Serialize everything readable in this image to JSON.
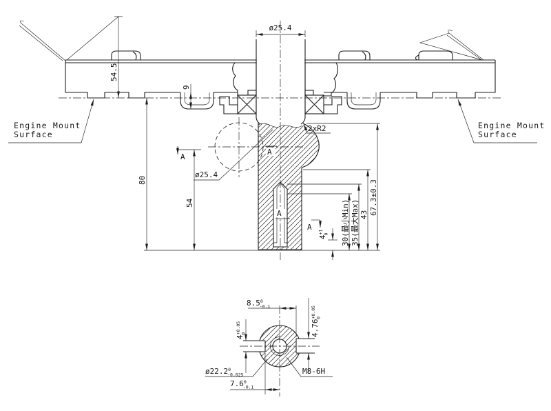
{
  "drawing": {
    "colors": {
      "line": "#1c1c1c",
      "background": "#ffffff"
    },
    "view_main": {
      "label_engine_mount_left": {
        "line1": "Engine Mount",
        "line2": "Surface"
      },
      "label_engine_mount_right": {
        "line1": "Engine Mount",
        "line2": "Surface"
      },
      "dim_top_shaft_diameter": "ø25.4",
      "dim_body_height": "54.5",
      "dim_offset": "9",
      "dim_overall_80": "80",
      "dim_54": "54",
      "dim_crank_circle_diameter": "ø25.4",
      "label_fillet": "2xR2",
      "dim_67_3": "67.3±0.3",
      "dim_43": "43",
      "dim_35_max": "35(最大Max)",
      "dim_30_min": "30(最小Min)",
      "dim_key_4": {
        "main": "4",
        "tol_upper": "+1",
        "tol_lower": "0"
      },
      "section_label": "A"
    },
    "view_section": {
      "dim_8_5": {
        "main": "8.5",
        "tol_upper": "0",
        "tol_lower": "-0.1"
      },
      "dim_4": {
        "main": "4",
        "tol_upper": "+0.05",
        "tol_lower": "0"
      },
      "dim_4_76": {
        "main": "4.76",
        "tol_upper": "+0.05",
        "tol_lower": "0"
      },
      "dim_22_2": {
        "main": "ø22.2",
        "tol_upper": "0",
        "tol_lower": "-0.025"
      },
      "dim_7_6": {
        "main": "7.6",
        "tol_upper": "0",
        "tol_lower": "-0.1"
      },
      "label_thread": "M8-6H"
    }
  }
}
